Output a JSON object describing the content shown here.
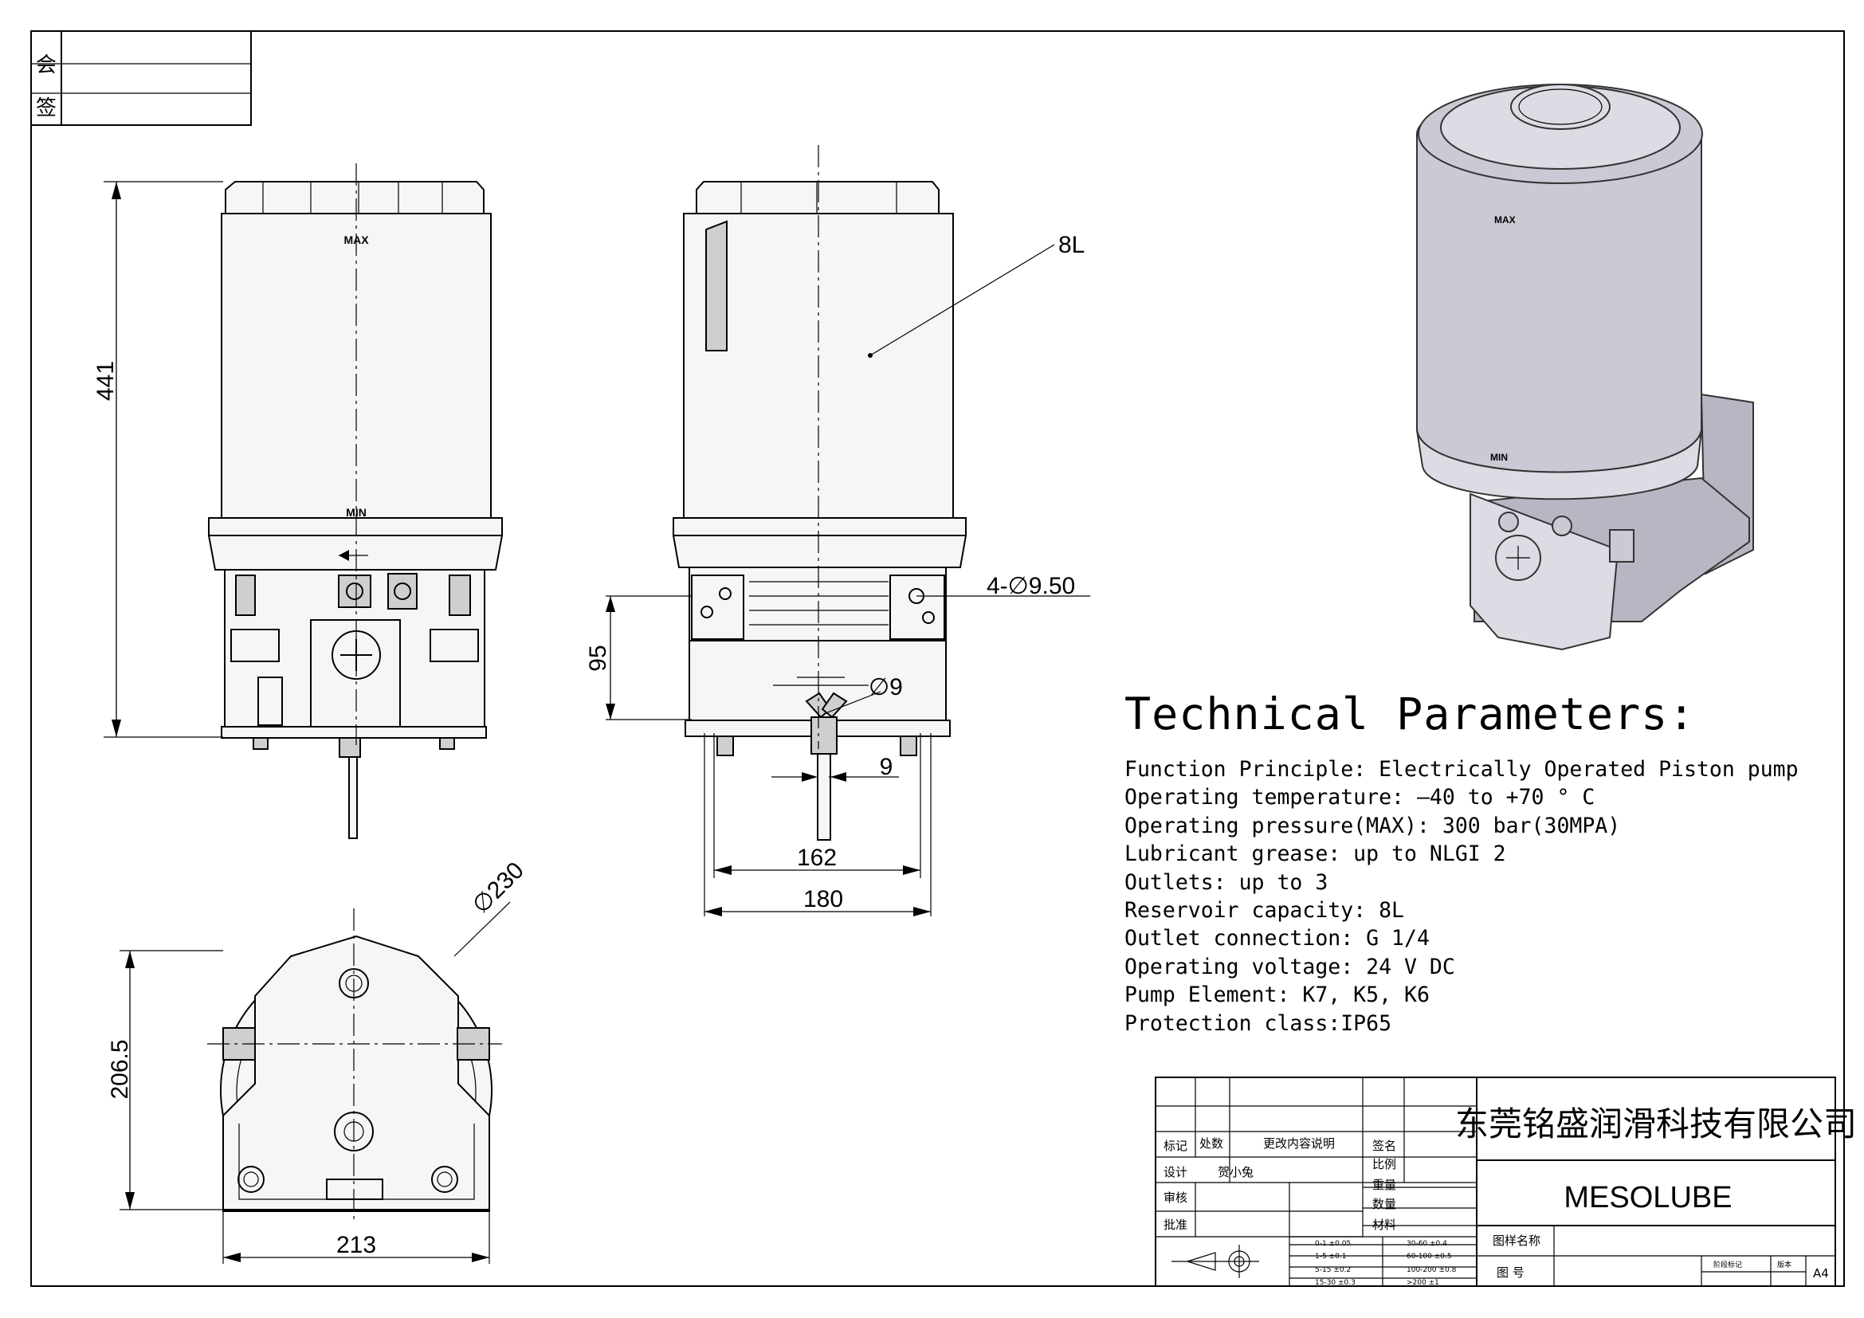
{
  "corner_box": {
    "char_1": "会",
    "char_2": "签"
  },
  "dimensions": {
    "height_front": "441",
    "capacity_label": "8L",
    "holes": "4-∅9.50",
    "base_height": "95",
    "shaft_dia": "∅9",
    "shaft_width": "9",
    "inner_width": "162",
    "outer_width": "180",
    "diameter": "∅230",
    "depth_top": "206.5",
    "width_top": "213"
  },
  "markings": {
    "max": "MAX",
    "min": "MIN"
  },
  "tech": {
    "title": "Technical Parameters:",
    "lines": [
      "Function Principle:  Electrically Operated Piston pump",
      "Operating temperature:  –40 to +70 ° C",
      "Operating pressure(MAX):  300 bar(30MPA)",
      "Lubricant grease: up to NLGI 2",
      "Outlets: up to 3",
      "Reservoir capacity:  8L",
      "Outlet connection: G 1/4",
      "Operating voltage: 24 V DC",
      "Pump Element: K7, K5, K6",
      "Protection class:IP65"
    ]
  },
  "title_block": {
    "company": "东莞铭盛润滑科技有限公司",
    "product": "MESOLUBE",
    "mark": "标记",
    "place": "处数",
    "change": "更改内容说明",
    "sign": "签名",
    "design": "设计",
    "designer": "贺小兔",
    "review": "审核",
    "approve": "批准",
    "scale": "比例",
    "weight": "重量",
    "quantity": "数量",
    "material": "材料",
    "drawing_name": "图样名称",
    "drawing_no": "图 号",
    "stage_mark": "阶段标记",
    "version": "版本",
    "size": "A4",
    "tolerances": [
      [
        "0-1  ±0.05",
        "30-60 ±0.4"
      ],
      [
        "1-5  ±0.1",
        "60-100 ±0.5"
      ],
      [
        "5-15 ±0.2",
        "100-200 ±0.8"
      ],
      [
        "15-30 ±0.3",
        ">200  ±1"
      ]
    ]
  }
}
